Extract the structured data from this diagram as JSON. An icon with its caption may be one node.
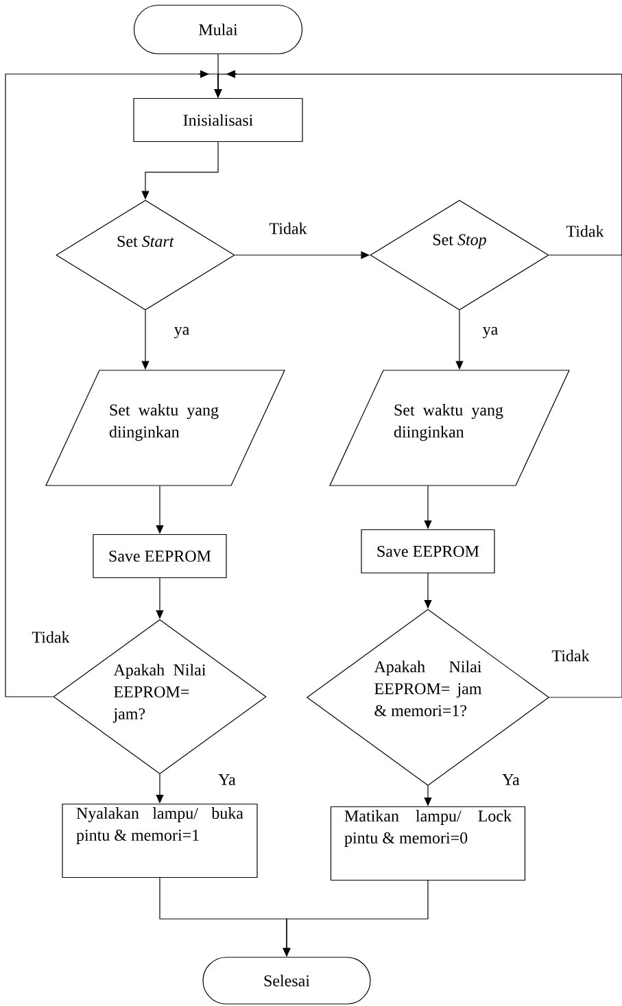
{
  "diagram": {
    "nodes": [
      {
        "text": [
          "Mulai"
        ]
      },
      {
        "text": [
          "Inisialisasi"
        ]
      },
      {
        "text": [
          "Set *Start*"
        ]
      },
      {
        "text": [
          "Set *Stop*"
        ]
      },
      {
        "text": [
          "Set waktu yang diinginkan"
        ]
      },
      {
        "text": [
          "Set waktu yang diinginkan"
        ]
      },
      {
        "text": [
          "Save EEPROM"
        ]
      },
      {
        "text": [
          "Save EEPROM"
        ]
      },
      {
        "text": [
          "Apakah Nilai EEPROM= jam?"
        ]
      },
      {
        "text": [
          "Apakah Nilai EEPROM= jam & memori=1?"
        ]
      },
      {
        "text": [
          "Nyalakan lampu/ buka pintu & memori=1"
        ]
      },
      {
        "text": [
          "Matikan lampu/ Lock pintu & memori=0"
        ]
      },
      {
        "text": [
          "Selesai"
        ]
      }
    ],
    "edges": [
      {
        "from": 0,
        "to": 1,
        "arrow": "to"
      },
      {
        "from": 1,
        "to": 2,
        "arrow": "to"
      },
      {
        "from": 2,
        "to": 3,
        "arrow": "to",
        "label": "Tidak"
      },
      {
        "from": 3,
        "to": 1,
        "arrow": "to",
        "label": "Tidak"
      },
      {
        "from": 2,
        "to": 4,
        "arrow": "to",
        "label": "ya"
      },
      {
        "from": 3,
        "to": 5,
        "arrow": "to",
        "label": "ya"
      },
      {
        "from": 4,
        "to": 6,
        "arrow": "to"
      },
      {
        "from": 5,
        "to": 7,
        "arrow": "to"
      },
      {
        "from": 6,
        "to": 8,
        "arrow": "to"
      },
      {
        "from": 7,
        "to": 9,
        "arrow": "to"
      },
      {
        "from": 8,
        "to": 1,
        "arrow": "to",
        "label": "Tidak"
      },
      {
        "from": 9,
        "to": 1,
        "arrow": "to",
        "label": "Tidak"
      },
      {
        "from": 8,
        "to": 10,
        "arrow": "to",
        "label": "Ya"
      },
      {
        "from": 9,
        "to": 11,
        "arrow": "to",
        "label": "Ya"
      },
      {
        "from": 10,
        "to": 12,
        "arrow": "to"
      },
      {
        "from": 11,
        "to": 12,
        "arrow": "to"
      }
    ]
  }
}
